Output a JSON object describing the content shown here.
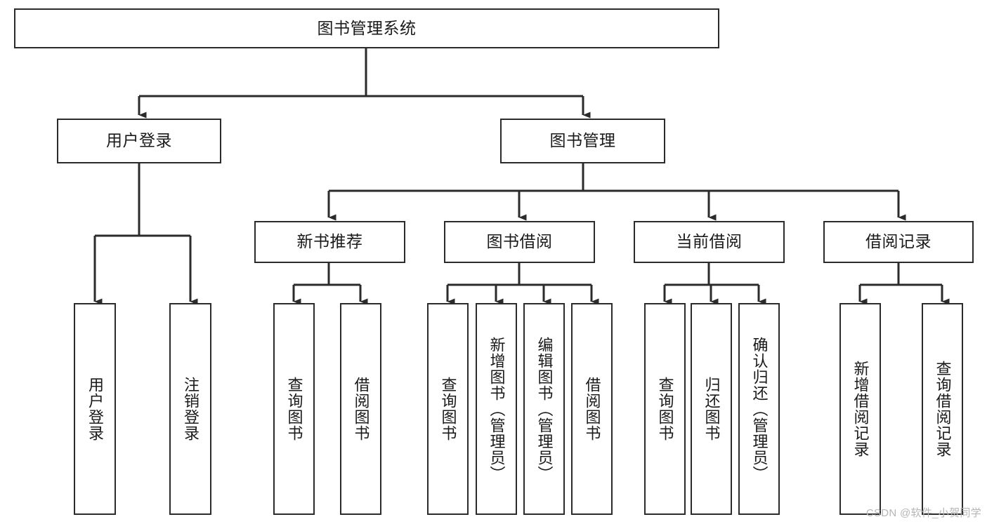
{
  "diagram": {
    "title": "图书管理系统",
    "type": "tree",
    "root": {
      "id": "root",
      "label": "图书管理系统"
    },
    "level2": [
      {
        "id": "user-login",
        "label": "用户登录"
      },
      {
        "id": "book-manage",
        "label": "图书管理"
      }
    ],
    "level3": [
      {
        "id": "new-book-recommend",
        "label": "新书推荐",
        "parent": "book-manage"
      },
      {
        "id": "book-borrow",
        "label": "图书借阅",
        "parent": "book-manage"
      },
      {
        "id": "current-borrow",
        "label": "当前借阅",
        "parent": "book-manage"
      },
      {
        "id": "borrow-record",
        "label": "借阅记录",
        "parent": "book-manage"
      }
    ],
    "leaves": [
      {
        "id": "leaf-user-login",
        "label": "用户登录",
        "parent": "user-login"
      },
      {
        "id": "leaf-logout-login",
        "label": "注销登录",
        "parent": "user-login"
      },
      {
        "id": "leaf-query-book-1",
        "label": "查询图书",
        "parent": "new-book-recommend"
      },
      {
        "id": "leaf-borrow-book-1",
        "label": "借阅图书",
        "parent": "new-book-recommend"
      },
      {
        "id": "leaf-query-book-2",
        "label": "查询图书",
        "parent": "book-borrow"
      },
      {
        "id": "leaf-add-book",
        "label": "新增图书（管理员）",
        "parent": "book-borrow"
      },
      {
        "id": "leaf-edit-book",
        "label": "编辑图书（管理员）",
        "parent": "book-borrow"
      },
      {
        "id": "leaf-borrow-book-2",
        "label": "借阅图书",
        "parent": "book-borrow"
      },
      {
        "id": "leaf-query-book-3",
        "label": "查询图书",
        "parent": "current-borrow"
      },
      {
        "id": "leaf-return-book",
        "label": "归还图书",
        "parent": "current-borrow"
      },
      {
        "id": "leaf-confirm-return",
        "label": "确认归还（管理员）",
        "parent": "current-borrow"
      },
      {
        "id": "leaf-add-record",
        "label": "新增借阅记录",
        "parent": "borrow-record"
      },
      {
        "id": "leaf-query-record",
        "label": "查询借阅记录",
        "parent": "borrow-record"
      }
    ],
    "colors": {
      "stroke": "#2b2b2b",
      "fill": "#ffffff",
      "text": "#1a1a1a",
      "watermark": "#b6b6b6"
    }
  },
  "watermark": {
    "text": "CSDN @软件_小贺同学"
  }
}
